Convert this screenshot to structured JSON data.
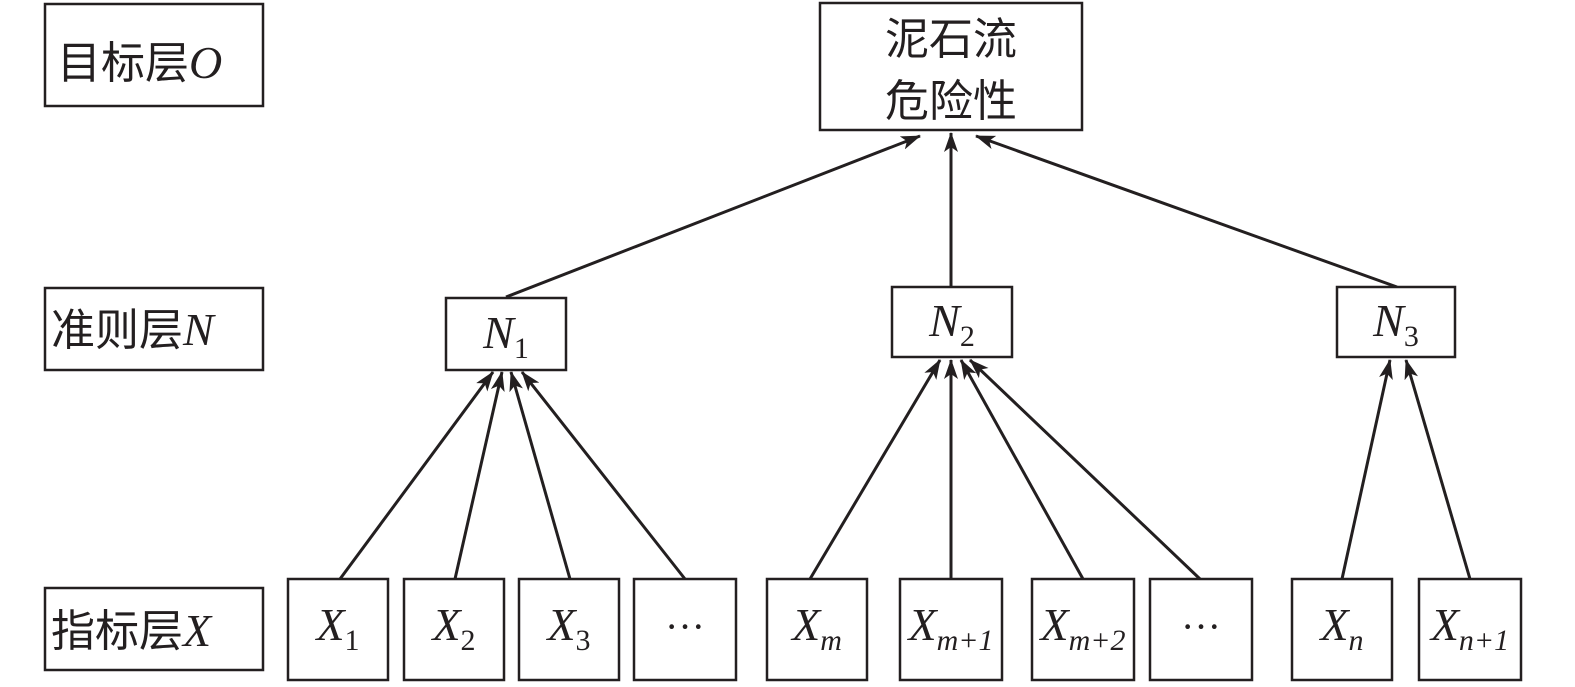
{
  "layers": {
    "goal": {
      "name": "目标层",
      "symbol": "O"
    },
    "criteria": {
      "name": "准则层",
      "symbol": "N"
    },
    "indicator": {
      "name": "指标层",
      "symbol": "X"
    }
  },
  "goal_node": {
    "line1": "泥石流",
    "line2": "危险性"
  },
  "criteria_nodes": [
    {
      "base": "N",
      "sub": "1"
    },
    {
      "base": "N",
      "sub": "2"
    },
    {
      "base": "N",
      "sub": "3"
    }
  ],
  "indicator_nodes": [
    {
      "base": "X",
      "sub": "1"
    },
    {
      "base": "X",
      "sub": "2"
    },
    {
      "base": "X",
      "sub": "3"
    },
    {
      "base": "",
      "sub": "",
      "text": "···"
    },
    {
      "base": "X",
      "sub": "m"
    },
    {
      "base": "X",
      "sub": "m+1"
    },
    {
      "base": "X",
      "sub": "m+2"
    },
    {
      "base": "",
      "sub": "",
      "text": "···"
    },
    {
      "base": "X",
      "sub": "n"
    },
    {
      "base": "X",
      "sub": "n+1"
    }
  ]
}
